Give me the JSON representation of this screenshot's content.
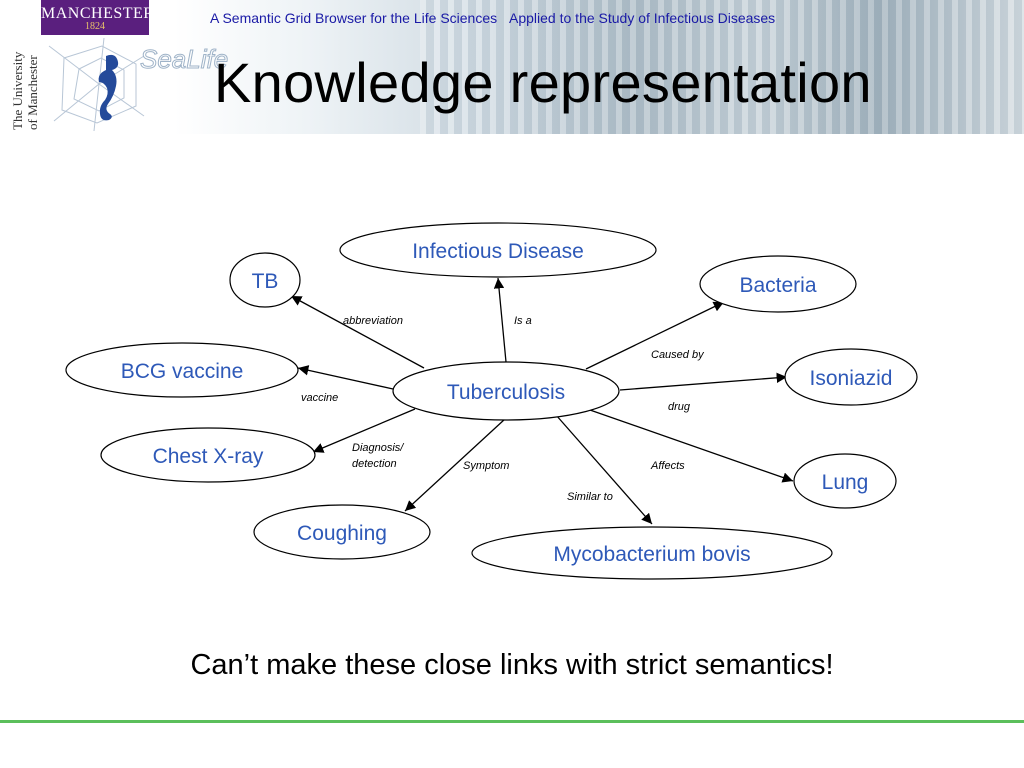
{
  "header": {
    "university_logo": {
      "name": "MANCHESTER",
      "year": "1824"
    },
    "university_vertical": [
      "The University",
      "of Manchester"
    ],
    "sealife_logo_text": "SeaLife",
    "subtitle_left": "A Semantic Grid Browser for the Life Sciences",
    "subtitle_right": "Applied to the Study of Infectious Diseases",
    "title": "Knowledge representation"
  },
  "diagram": {
    "center": "Tuberculosis",
    "nodes": {
      "infectious_disease": "Infectious Disease",
      "tb": "TB",
      "bacteria": "Bacteria",
      "bcg_vaccine": "BCG vaccine",
      "isoniazid": "Isoniazid",
      "chest_xray": "Chest X-ray",
      "lung": "Lung",
      "coughing": "Coughing",
      "mycobacterium_bovis": "Mycobacterium bovis"
    },
    "edges": {
      "abbreviation": "abbreviation",
      "is_a": "Is a",
      "caused_by": "Caused by",
      "vaccine": "vaccine",
      "drug": "drug",
      "diagnosis_1": "Diagnosis/",
      "diagnosis_2": "detection",
      "symptom": "Symptom",
      "affects": "Affects",
      "similar_to": "Similar to"
    }
  },
  "caption": "Can’t make these close links with strict semantics!",
  "colors": {
    "node_text": "#2e59b8",
    "subtitle_text": "#1a1aa6",
    "footer_line": "#5bbf5b",
    "logo_purple": "#5a1f7e"
  }
}
